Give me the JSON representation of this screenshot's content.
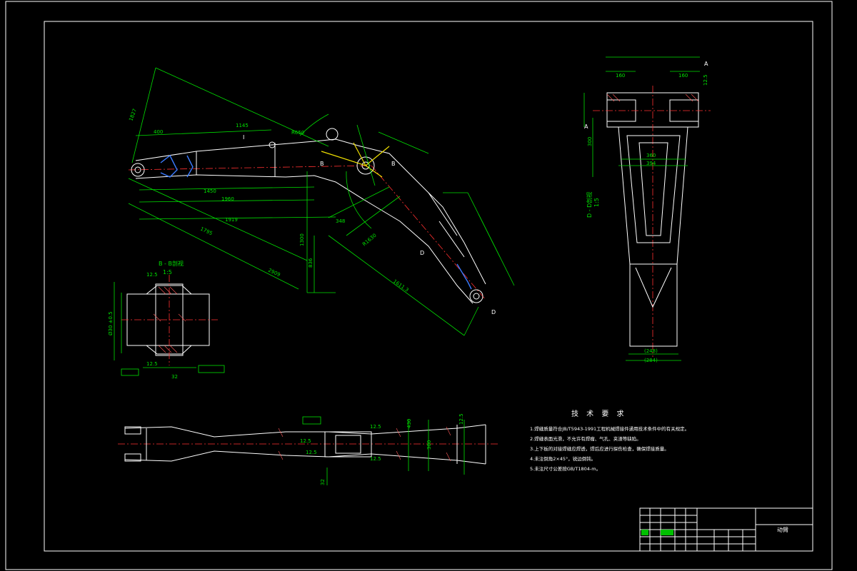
{
  "main_view": {
    "dimensions": [
      "400",
      "1145",
      "R650",
      "1450",
      "1960",
      "1919",
      "1795",
      "348",
      "1300",
      "836",
      "1611.3",
      "R1630",
      "1827",
      "2909"
    ],
    "labels": [
      "I",
      "B",
      "B",
      "D",
      "D",
      "A",
      "A"
    ]
  },
  "section_b": {
    "title": "B - B剖视",
    "scale": "1:5",
    "dims": [
      "12.5",
      "12.5",
      "32",
      "Ø30 ±0.5"
    ]
  },
  "section_d": {
    "title": "D - D剖视",
    "scale": "1:5",
    "dims": [
      "160",
      "160",
      "360",
      "394",
      "(248)",
      "(284)",
      "12.5",
      "300"
    ]
  },
  "bottom_view": {
    "dims": [
      "12.5",
      "12.5",
      "32",
      "12.5",
      "12.5",
      "430",
      "300",
      "12.5"
    ]
  },
  "tech_requirements": {
    "title": "技 术 要 求",
    "items": [
      "1.焊缝质量符合JB/T5943-1991工程机械焊接件通用技术条件中的有关规定。",
      "2.焊缝表面光滑，不允许有焊瘤、气孔、夹渣等缺陷。",
      "3.上下板的对接焊缝应焊透，焊后应进行探伤检查，确保焊接质量。",
      "4.未注倒角2×45°，锐边倒钝。",
      "5.未注尺寸公差按GB/T1804-m。"
    ]
  },
  "title_block": {
    "part_name": "动臂"
  }
}
